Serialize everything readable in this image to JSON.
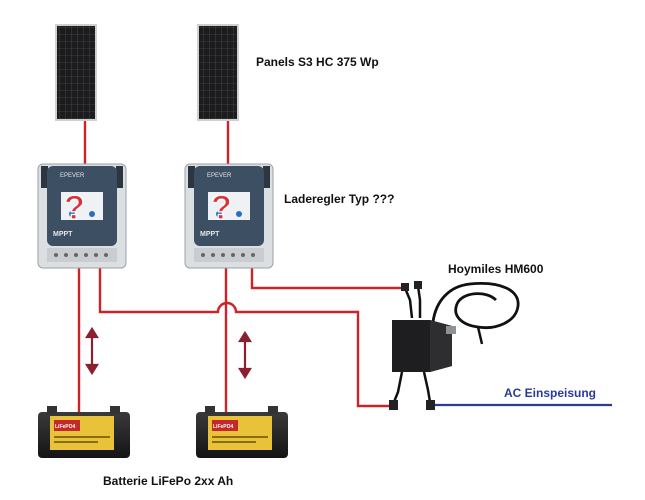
{
  "labels": {
    "panels": "Panels S3 HC 375 Wp",
    "regler": "Laderegler Typ ???",
    "hoymiles": "Hoymiles HM600",
    "ac": "AC Einspeisung",
    "battery": "Batterie LiFePo 2xx Ah"
  },
  "device": {
    "brand": "EPEVER",
    "model": "MPPT",
    "mark": "?"
  },
  "battery_badge": "LiFePO4",
  "colors": {
    "wire": "#cc2229",
    "ac_line": "#2a3a9a",
    "arrow": "#8a2030",
    "panel": "#1c1c1e",
    "controller": "#3d4f63",
    "question": "#d8323a"
  }
}
